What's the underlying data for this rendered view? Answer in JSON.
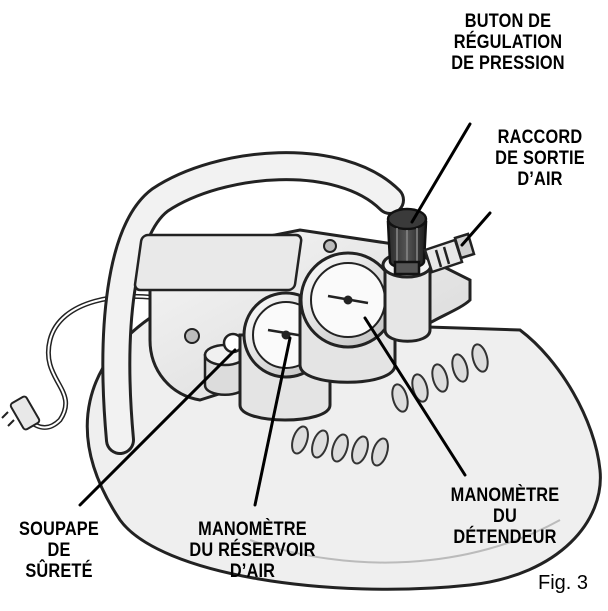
{
  "figure_caption": "Fig. 3",
  "callouts": {
    "pressure_knob": [
      "BUTON DE",
      "RÉGULATION",
      "DE PRESSION"
    ],
    "air_outlet": [
      "RACCORD",
      "DE SORTIE",
      "D’AIR"
    ],
    "regulator_gauge": [
      "MANOMÈTRE",
      "DU",
      "DÉTENDEUR"
    ],
    "safety_valve": [
      "SOUPAPE",
      "DE",
      "SÛRETÉ"
    ],
    "tank_gauge": [
      "MANOMÈTRE",
      "DU RÉSERVOIR",
      "D’AIR"
    ]
  }
}
